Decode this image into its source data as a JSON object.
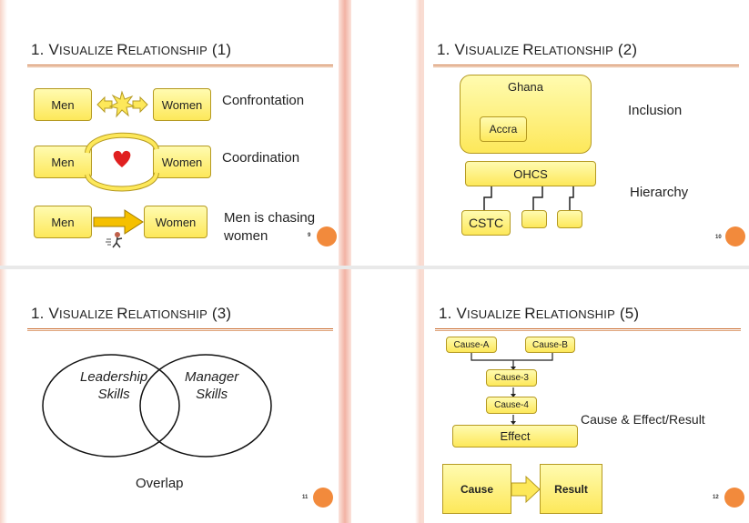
{
  "slides": [
    {
      "title_first": "1. V",
      "title_rest": "ISUALIZE ",
      "title_first2": "R",
      "title_rest2": "ELATIONSHIP",
      "title_tail": " (1)",
      "row1": {
        "left": "Men",
        "right": "Women",
        "label": "Confrontation"
      },
      "row2": {
        "left": "Men",
        "right": "Women",
        "label": "Coordination"
      },
      "row3": {
        "left": "Men",
        "right": "Women",
        "label": "Men is chasing\nwomen"
      },
      "page": "9"
    },
    {
      "title_first": "1. V",
      "title_rest": "ISUALIZE ",
      "title_first2": "R",
      "title_rest2": "ELATIONSHIP",
      "title_tail": " (2)",
      "outer": "Ghana",
      "inner": "Accra",
      "inclusion": "Inclusion",
      "top": "OHCS",
      "child": "CSTC",
      "hierarchy": "Hierarchy",
      "page": "10"
    },
    {
      "title_first": "1. V",
      "title_rest": "ISUALIZE ",
      "title_first2": "R",
      "title_rest2": "ELATIONSHIP",
      "title_tail": " (3)",
      "left": "Leadership\nSkills",
      "right": "Manager\nSkills",
      "label": "Overlap",
      "page": "11"
    },
    {
      "title_first": "1. V",
      "title_rest": "ISUALIZE ",
      "title_first2": "R",
      "title_rest2": "ELATIONSHIP",
      "title_tail": " (5)",
      "causeA": "Cause-A",
      "causeB": "Cause-B",
      "cause3": "Cause-3",
      "cause4": "Cause-4",
      "effect": "Effect",
      "label": "Cause & Effect/Result",
      "cause": "Cause",
      "result": "Result",
      "page": "12"
    }
  ],
  "colors": {
    "accent": "#f28a3c",
    "box": "#fde85a",
    "stripe": "#f6c6b8"
  }
}
